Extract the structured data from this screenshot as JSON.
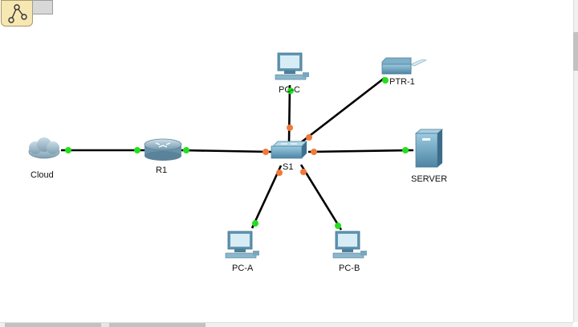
{
  "toolbar": {
    "logical_view_icon": "topology-view-icon"
  },
  "devices": {
    "cloud": {
      "label": "Cloud",
      "icon": "cloud-icon"
    },
    "router": {
      "label": "R1",
      "icon": "router-icon"
    },
    "switch": {
      "label": "S1",
      "icon": "switch-icon"
    },
    "pc_c": {
      "label": "PC-C",
      "icon": "pc-icon"
    },
    "printer": {
      "label": "PTR-1",
      "icon": "printer-icon"
    },
    "server": {
      "label": "SERVER",
      "icon": "server-icon"
    },
    "pc_a": {
      "label": "PC-A",
      "icon": "pc-icon"
    },
    "pc_b": {
      "label": "PC-B",
      "icon": "pc-icon"
    }
  },
  "links": [
    {
      "from": "Cloud",
      "to": "R1",
      "from_status": "up",
      "to_status": "up"
    },
    {
      "from": "R1",
      "to": "S1",
      "from_status": "up",
      "to_status": "blocking"
    },
    {
      "from": "PC-C",
      "to": "S1",
      "from_status": "up",
      "to_status": "blocking"
    },
    {
      "from": "PTR-1",
      "to": "S1",
      "from_status": "up",
      "to_status": "blocking"
    },
    {
      "from": "SERVER",
      "to": "S1",
      "from_status": "up",
      "to_status": "blocking"
    },
    {
      "from": "PC-A",
      "to": "S1",
      "from_status": "up",
      "to_status": "blocking"
    },
    {
      "from": "PC-B",
      "to": "S1",
      "from_status": "up",
      "to_status": "blocking"
    }
  ],
  "colors": {
    "link_up": "#22e01a",
    "link_blocking": "#f07a3a",
    "cable": "#000000",
    "device_blue": "#5f97b4"
  }
}
